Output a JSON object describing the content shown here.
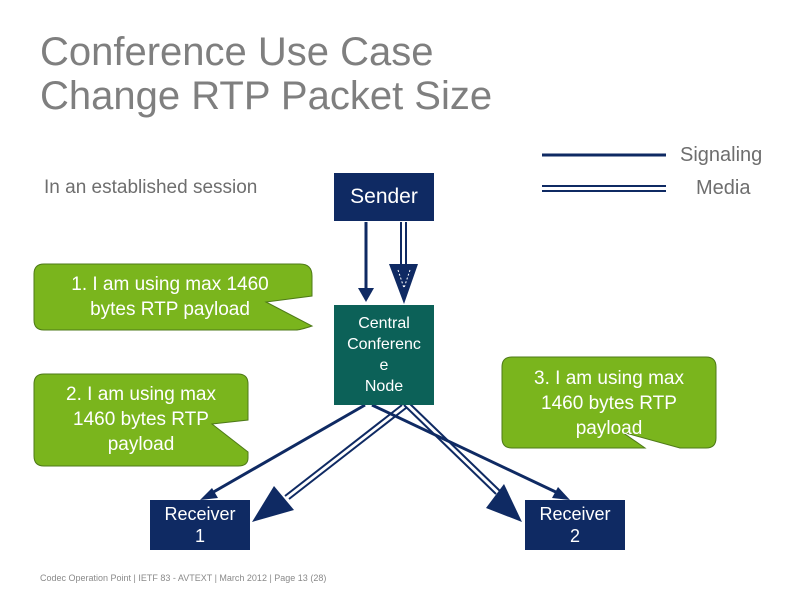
{
  "slide": {
    "title_line1": "Conference Use Case",
    "title_line2": "Change RTP Packet Size",
    "subtitle": "In an established session"
  },
  "legend": {
    "signaling_label": "Signaling",
    "media_label": "Media"
  },
  "nodes": {
    "sender": "Sender",
    "central_line1": "Central",
    "central_line2": "Conferenc",
    "central_line3": "e",
    "central_line4": "Node",
    "receiver1_line1": "Receiver",
    "receiver1_line2": "1",
    "receiver2_line1": "Receiver",
    "receiver2_line2": "2"
  },
  "callouts": [
    {
      "line1": "1. I am using max 1460",
      "line2": "bytes RTP payload"
    },
    {
      "line1": "2. I am using max",
      "line2": "1460 bytes RTP",
      "line3": "payload"
    },
    {
      "line1": "3. I am using max",
      "line2": "1460 bytes RTP",
      "line3": "payload"
    }
  ],
  "colors": {
    "node_dark": "#0f2a63",
    "node_teal": "#0c6158",
    "callout_green": "#7ab51d",
    "callout_border": "#4e7a18"
  },
  "footer": "Codec Operation Point  |  IETF 83 - AVTEXT  |  March 2012  |  Page 13 (28)"
}
